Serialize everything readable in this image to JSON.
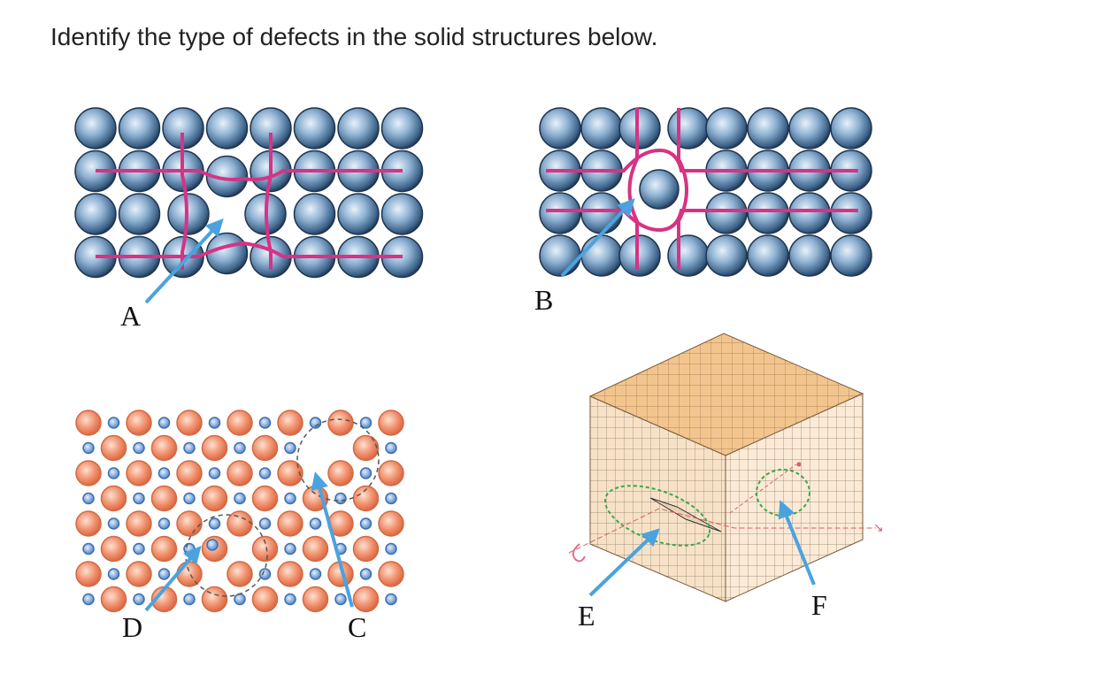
{
  "question": "Identify the type of defects in the solid structures below.",
  "labels": {
    "a": "A",
    "b": "B",
    "c": "C",
    "d": "D",
    "e": "E",
    "f": "F"
  },
  "colors": {
    "atom_blue": "#7fa6c8",
    "atom_blue_dark": "#1f3550",
    "lattice_line": "#d63384",
    "arrow": "#4aa3df",
    "ion_orange": "#f0906a",
    "ion_small_blue": "#6f9fd8",
    "cube_top": "#f3c58e",
    "cube_side": "#f7e2c8",
    "loop_green": "#3aa84a"
  }
}
